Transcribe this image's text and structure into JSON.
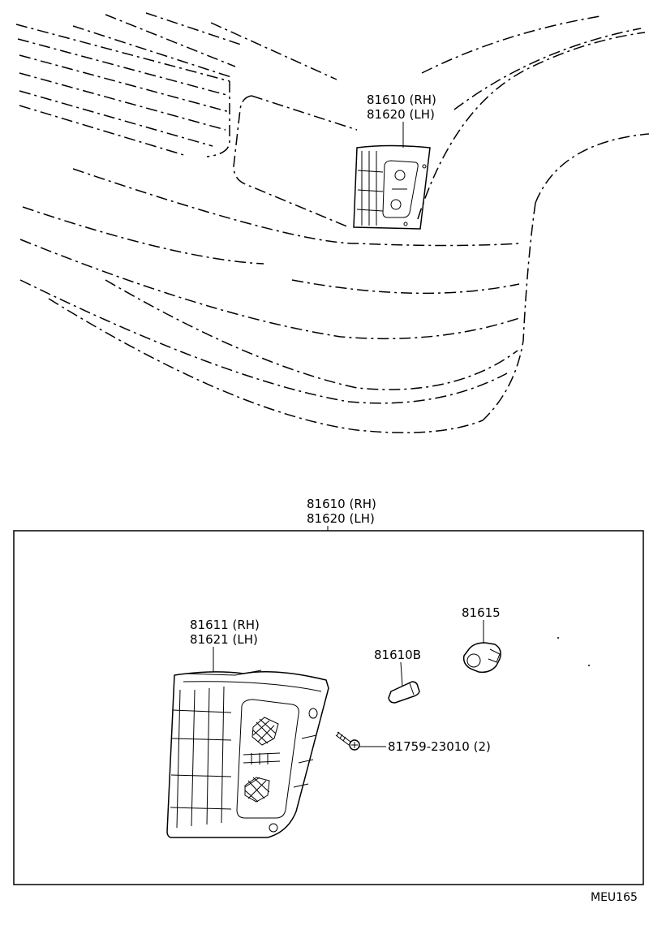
{
  "overview": {
    "assembly_label_rh": "81610 (RH)",
    "assembly_label_lh": "81620 (LH)"
  },
  "detail": {
    "assembly_label_rh": "81610 (RH)",
    "assembly_label_lh": "81620 (LH)",
    "parts": {
      "lens_rh": "81611 (RH)",
      "lens_lh": "81621 (LH)",
      "socket": "81615",
      "bulb": "81610B",
      "screw": "81759-23010 (2)"
    }
  },
  "drawing_code": "MEU165"
}
